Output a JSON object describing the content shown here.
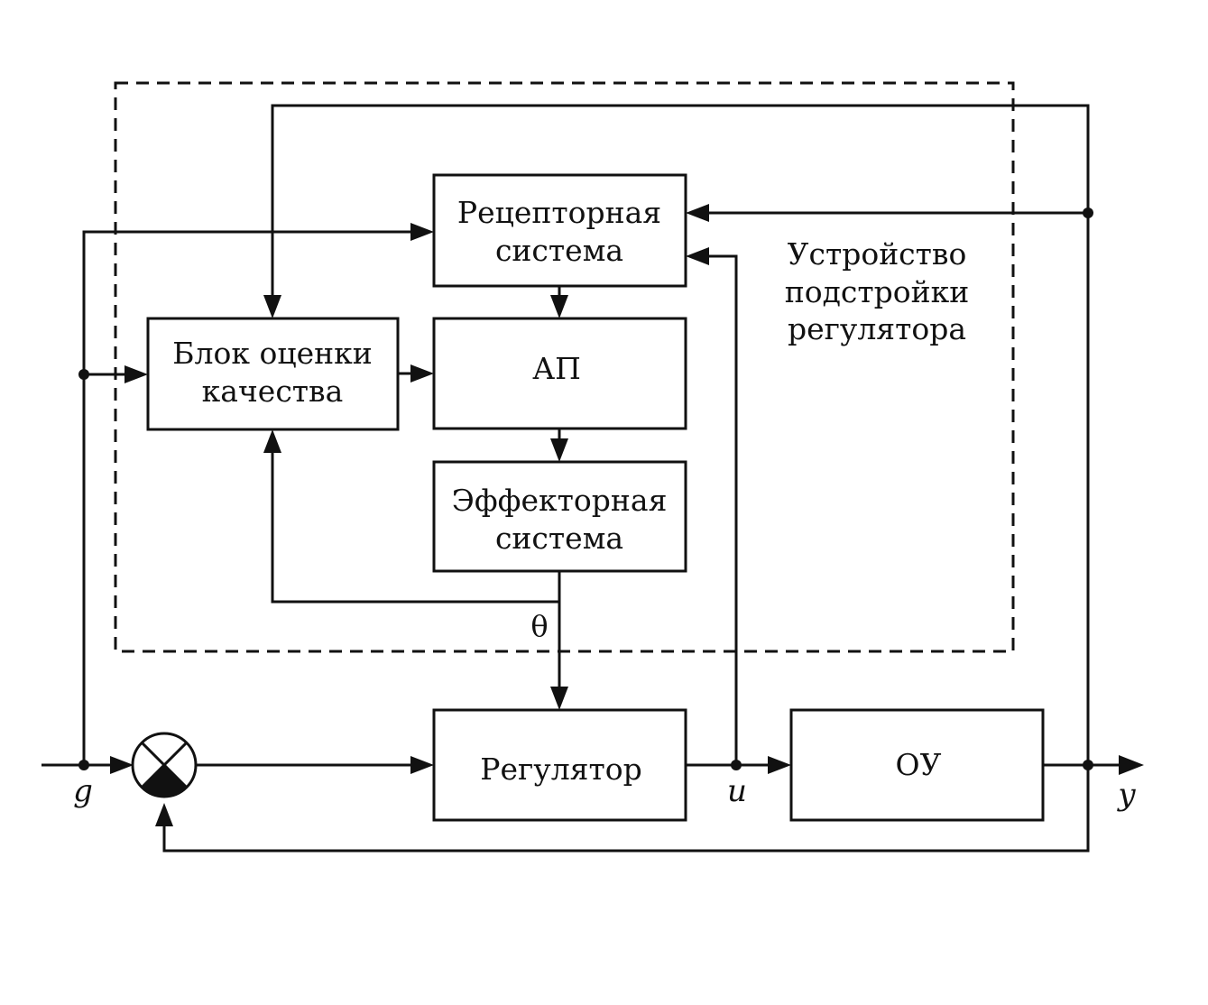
{
  "tuning_device": {
    "lines": [
      "Устройство",
      "подстройки",
      "регулятора"
    ]
  },
  "blocks": {
    "receptor": {
      "lines": [
        "Рецепторная",
        "система"
      ]
    },
    "quality": {
      "lines": [
        "Блок оценки",
        "качества"
      ]
    },
    "ap": {
      "label": "АП"
    },
    "effector": {
      "lines": [
        "Эффекторная",
        "система"
      ]
    },
    "regulator": {
      "label": "Регулятор"
    },
    "plant": {
      "label": "ОУ"
    }
  },
  "signals": {
    "input": "g",
    "control": "u",
    "output": "y",
    "parameter": "θ"
  },
  "colors": {
    "ink": "#111111",
    "background": "#ffffff"
  }
}
